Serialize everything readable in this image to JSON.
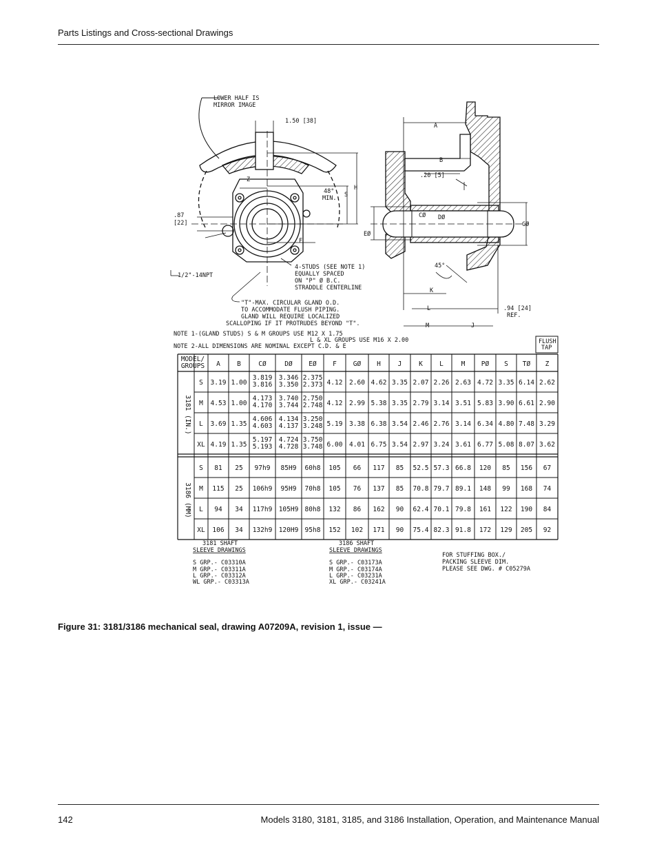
{
  "header": {
    "section_title": "Parts Listings and Cross-sectional Drawings"
  },
  "figure": {
    "caption": "Figure 31: 3181/3186 mechanical seal, drawing A07209A, revision 1, issue —",
    "callouts": {
      "lower_half": "LOWER HALF IS",
      "mirror": "MIRROR IMAGE",
      "dim_150": "1.50 [38]",
      "dim_087": ".87",
      "dim_22": "[22]",
      "min48a": "48°",
      "min48b": "MIN.",
      "npt": "1/2\"-14NPT",
      "studs1": "4-STUDS (SEE NOTE 1)",
      "studs2": "EQUALLY SPACED",
      "studs3": "ON \"P\" Ø B.C.",
      "studs4": "STRADDLE CENTERLINE",
      "t1": "\"T\"-MAX. CIRCULAR GLAND O.D.",
      "t2": "TO ACCOMMODATE FLUSH PIPING.",
      "t3": "GLAND WILL REQUIRE LOCALIZED",
      "t4": "SCALLOPING IF IT PROTRUDES BEYOND \"T\".",
      "dim_20": ".20 [5]",
      "dim_94": ".94 [24]",
      "ref": "REF.",
      "angle45": "45°",
      "lA": "A",
      "lB": "B",
      "lC": "CØ",
      "lD": "DØ",
      "lE": "EØ",
      "lF": "F",
      "lG": "GØ",
      "lJ": "J",
      "lK": "K",
      "lL": "L",
      "lM": "M",
      "lS": "S",
      "lZ": "Z",
      "lH": "H"
    },
    "notes": {
      "n1a": "NOTE 1-(GLAND STUDS) S & M  GROUPS USE M12 X 1.75",
      "n1b": "L & XL GROUPS USE M16 X 2.00",
      "n2": "NOTE 2-ALL DIMENSIONS ARE NOMINAL EXCEPT C.D. & E",
      "flush1": "FLUSH",
      "flush2": "TAP"
    },
    "table": {
      "headers": [
        "MODEL/",
        "GROUPS",
        "A",
        "B",
        "CØ",
        "DØ",
        "EØ",
        "F",
        "GØ",
        "H",
        "J",
        "K",
        "L",
        "M",
        "PØ",
        "S",
        "TØ",
        "Z"
      ],
      "group_3181": "3181 (IN.)",
      "group_3186": "3186 (MM)",
      "rows_3181": [
        [
          "S",
          "3.19",
          "1.00",
          "3.819|3.816",
          "3.346|3.350",
          "2.375|2.373",
          "4.12",
          "2.60",
          "4.62",
          "3.35",
          "2.07",
          "2.26",
          "2.63",
          "4.72",
          "3.35",
          "6.14",
          "2.62"
        ],
        [
          "M",
          "4.53",
          "1.00",
          "4.173|4.170",
          "3.740|3.744",
          "2.750|2.748",
          "4.12",
          "2.99",
          "5.38",
          "3.35",
          "2.79",
          "3.14",
          "3.51",
          "5.83",
          "3.90",
          "6.61",
          "2.90"
        ],
        [
          "L",
          "3.69",
          "1.35",
          "4.606|4.603",
          "4.134|4.137",
          "3.250|3.248",
          "5.19",
          "3.38",
          "6.38",
          "3.54",
          "2.46",
          "2.76",
          "3.14",
          "6.34",
          "4.80",
          "7.48",
          "3.29"
        ],
        [
          "XL",
          "4.19",
          "1.35",
          "5.197|5.193",
          "4.724|4.728",
          "3.750|3.748",
          "6.00",
          "4.01",
          "6.75",
          "3.54",
          "2.97",
          "3.24",
          "3.61",
          "6.77",
          "5.08",
          "8.07",
          "3.62"
        ]
      ],
      "rows_3186": [
        [
          "S",
          "81",
          "25",
          "97h9",
          "85H9",
          "60h8",
          "105",
          "66",
          "117",
          "85",
          "52.5",
          "57.3",
          "66.8",
          "120",
          "85",
          "156",
          "67"
        ],
        [
          "M",
          "115",
          "25",
          "106h9",
          "95H9",
          "70h8",
          "105",
          "76",
          "137",
          "85",
          "70.8",
          "79.7",
          "89.1",
          "148",
          "99",
          "168",
          "74"
        ],
        [
          "L",
          "94",
          "34",
          "117h9",
          "105H9",
          "80h8",
          "132",
          "86",
          "162",
          "90",
          "62.4",
          "70.1",
          "79.8",
          "161",
          "122",
          "190",
          "84"
        ],
        [
          "XL",
          "106",
          "34",
          "132h9",
          "120H9",
          "95h8",
          "152",
          "102",
          "171",
          "90",
          "75.4",
          "82.3",
          "91.8",
          "172",
          "129",
          "205",
          "92"
        ]
      ]
    },
    "sleeve": {
      "t3181a": "3181 SHAFT",
      "t3181b": "SLEEVE DRAWINGS",
      "l3181": [
        "S GRP.- C03310A",
        "M GRP.- C03311A",
        "L GRP.- C03312A",
        "WL GRP.- C03313A"
      ],
      "t3186a": "3186 SHAFT",
      "t3186b": "SLEEVE DRAWINGS",
      "l3186": [
        "S GRP.- C03173A",
        "M GRP.- C03174A",
        "L GRP.- C03231A",
        "XL GRP.- C03241A"
      ],
      "stuff": [
        "FOR STUFFING BOX./",
        "PACKING SLEEVE DIM.",
        "PLEASE SEE DWG. # C05279A"
      ]
    }
  },
  "footer": {
    "page_number": "142",
    "manual_title": "Models 3180, 3181, 3185, and 3186 Installation, Operation, and Maintenance Manual"
  }
}
